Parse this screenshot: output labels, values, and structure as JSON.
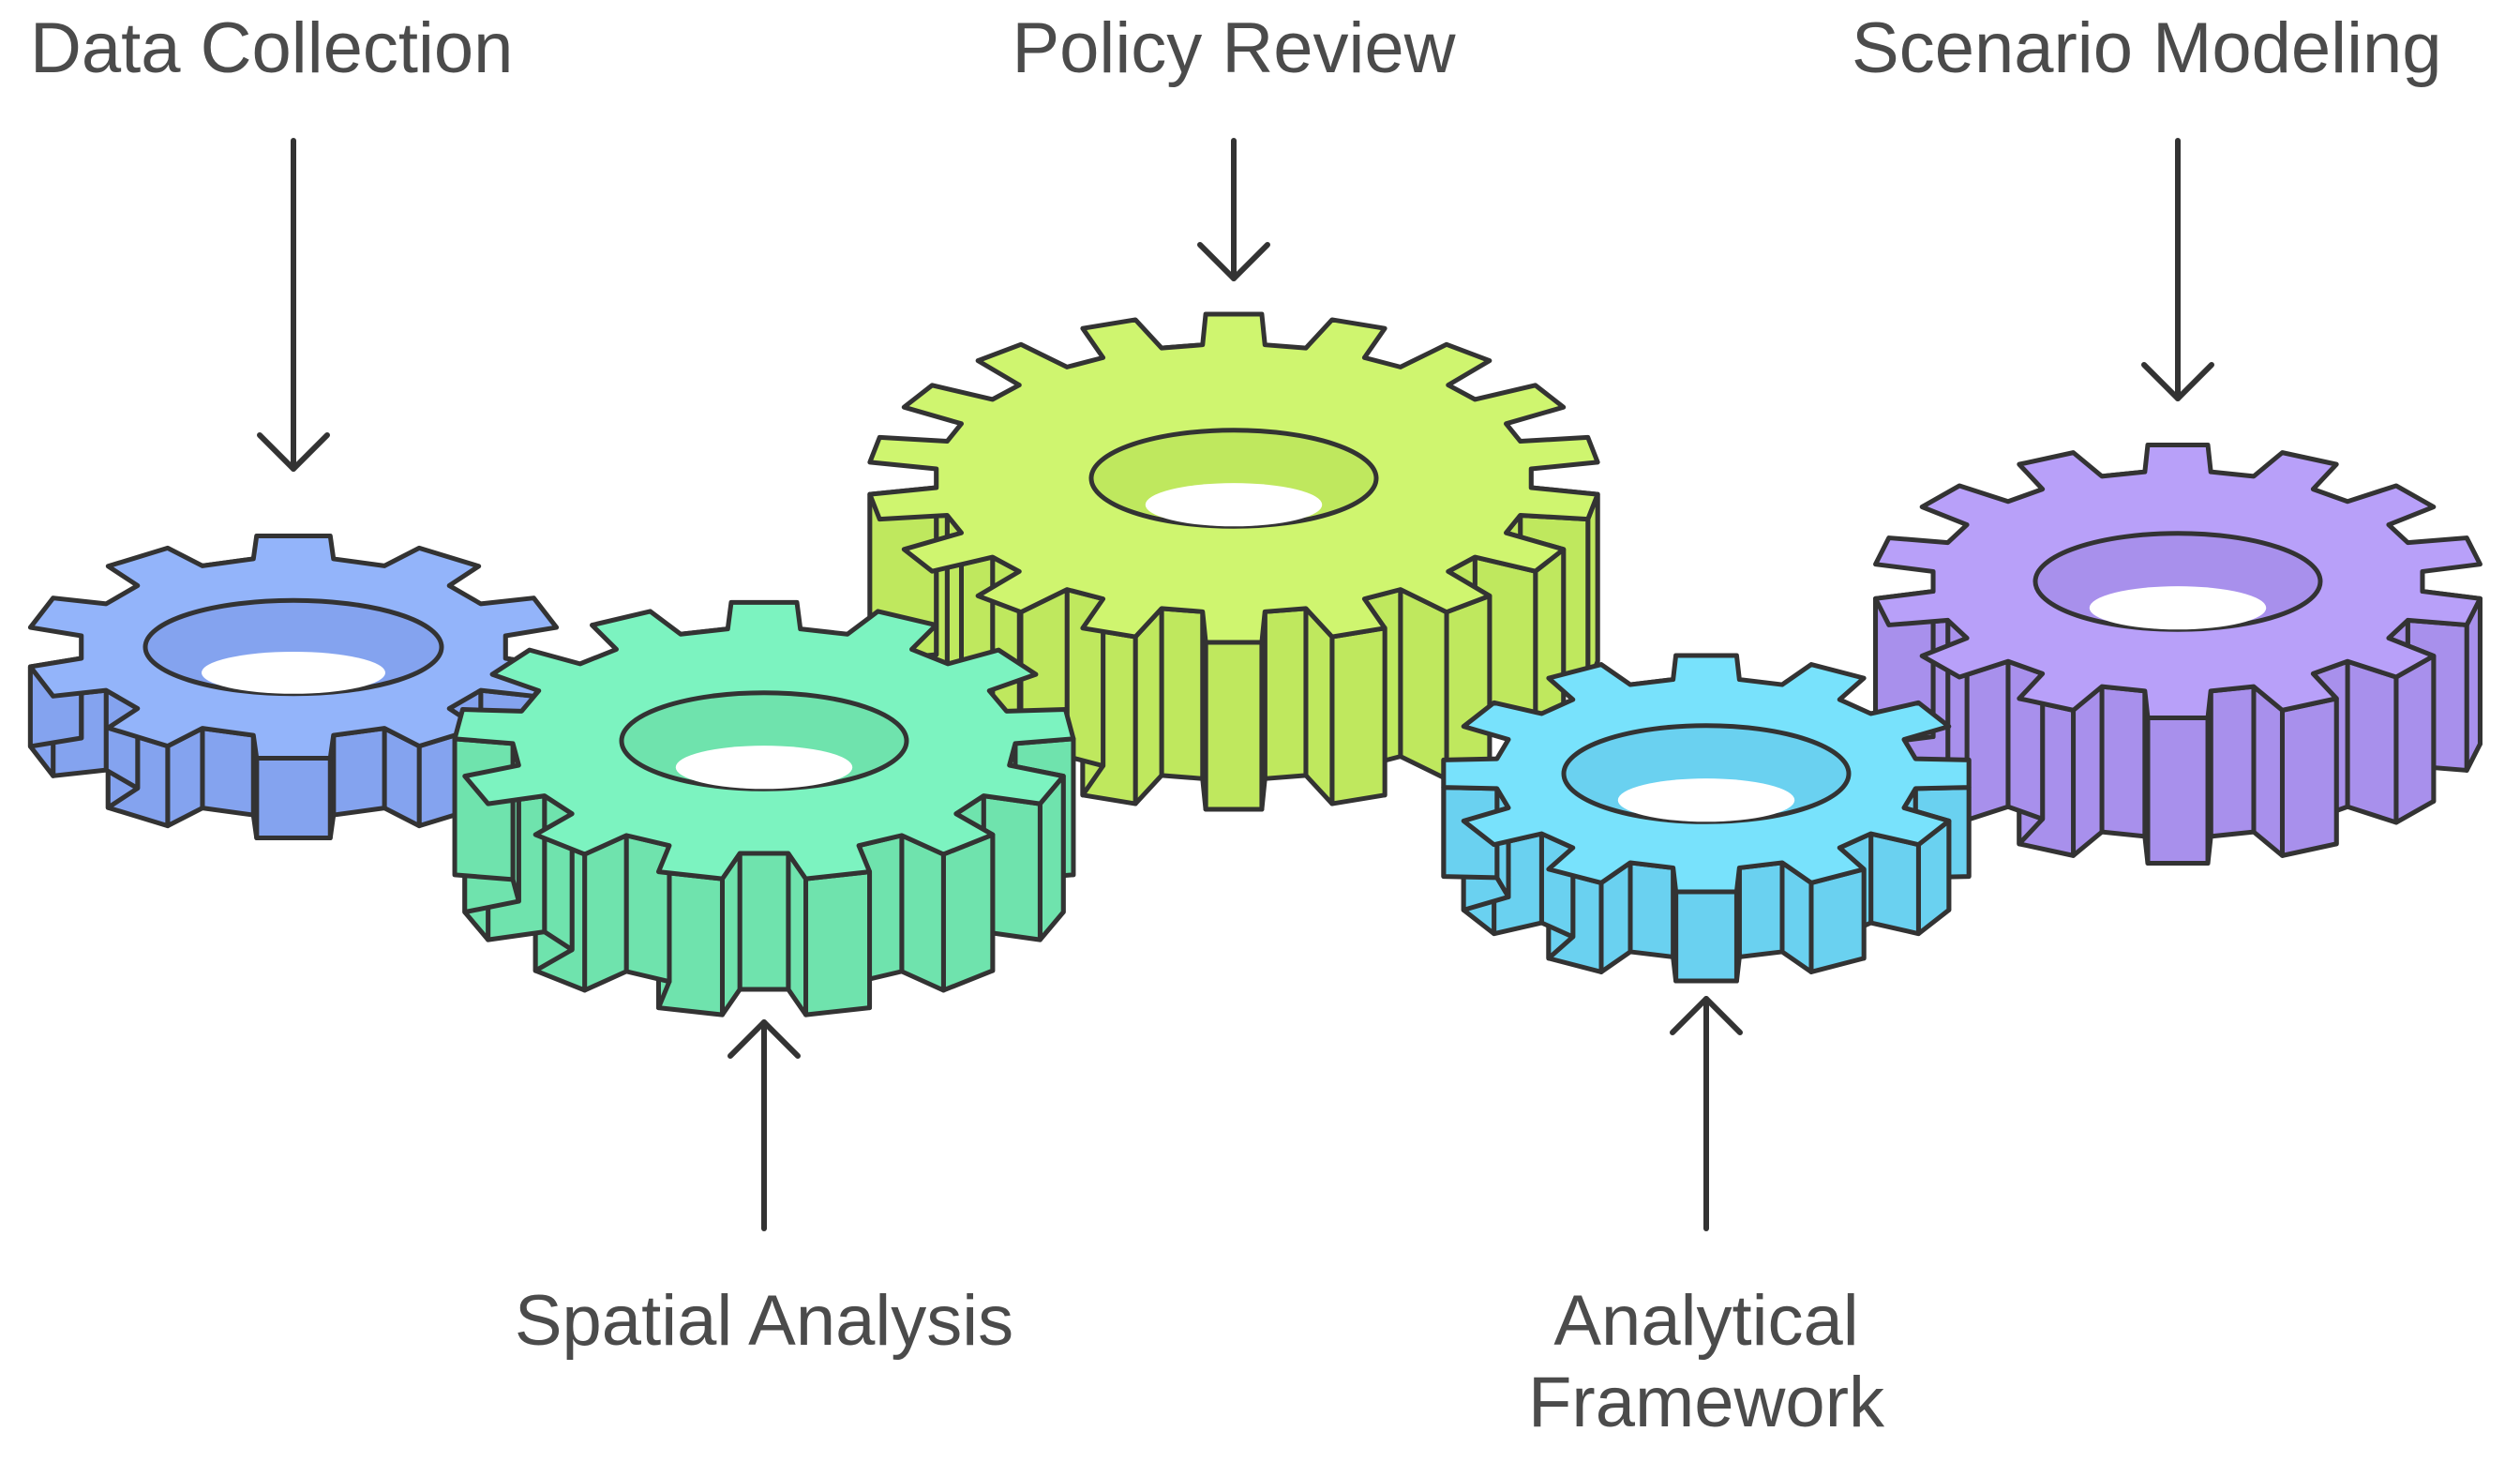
{
  "diagram": {
    "gears": [
      {
        "id": "data-collection",
        "label": "Data Collection",
        "color": "#93B4FA",
        "side": "#84A3EF",
        "arrow_from": "top",
        "teeth": 10
      },
      {
        "id": "spatial-analysis",
        "label": "Spatial Analysis",
        "color": "#7CF3C0",
        "side": "#6FE3AD",
        "arrow_from": "bottom",
        "teeth": 13
      },
      {
        "id": "policy-review",
        "label": "Policy Review",
        "color": "#CFF56F",
        "side": "#BFE85E",
        "arrow_from": "top",
        "teeth": 18
      },
      {
        "id": "analytical-framework",
        "label": "Analytical Framework",
        "label_lines": [
          "Analytical",
          "Framework"
        ],
        "color": "#78E2FC",
        "side": "#6AD1F0",
        "arrow_from": "bottom",
        "teeth": 12
      },
      {
        "id": "scenario-modeling",
        "label": "Scenario Modeling",
        "color": "#B8A0F9",
        "side": "#A890EC",
        "arrow_from": "top",
        "teeth": 14
      }
    ],
    "stroke_color": "#333333",
    "text_color": "#4b4b4b"
  }
}
